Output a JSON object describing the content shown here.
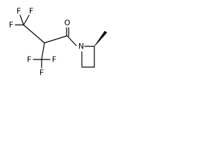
{
  "molecule": {
    "atoms": {
      "fluorine_1": "F",
      "fluorine_2": "F",
      "fluorine_3": "F",
      "fluorine_4": "F",
      "fluorine_5": "F",
      "fluorine_6": "F",
      "oxygen": "O",
      "nitrogen": "N"
    },
    "bond_color": "#000000",
    "background_color": "#ffffff"
  }
}
